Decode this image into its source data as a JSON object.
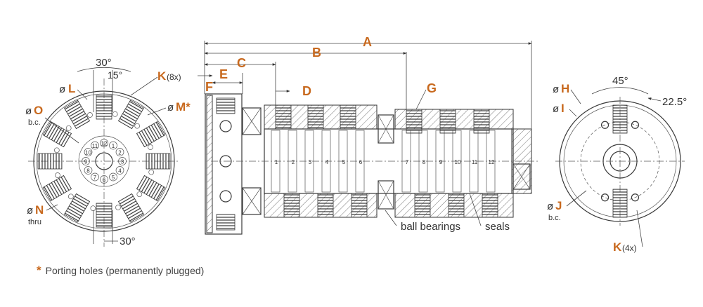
{
  "labels": {
    "A": "A",
    "B": "B",
    "C": "C",
    "D": "D",
    "E": "E",
    "F": "F",
    "G": "G",
    "H": "H",
    "I": "I",
    "J": "J",
    "K": "K",
    "L": "L",
    "M": "M*",
    "N": "N",
    "O": "O"
  },
  "suffix": {
    "K_left": "(8x)",
    "K_right": "(4x)",
    "O_sub": "b.c.",
    "N_sub": "thru",
    "J_sub": "b.c."
  },
  "dia": "ø",
  "angles": {
    "left_top": "30°",
    "left_top_inner": "15°",
    "left_bottom": "30°",
    "right_top": "45°",
    "right_side": "22.5°"
  },
  "callouts": {
    "ball_bearings": "ball bearings",
    "seals": "seals"
  },
  "passages": [
    "1",
    "2",
    "3",
    "4",
    "5",
    "6",
    "7",
    "8",
    "9",
    "10",
    "11",
    "12"
  ],
  "port_numbers_face": [
    "1",
    "2",
    "3",
    "4",
    "5",
    "6",
    "7",
    "8",
    "9",
    "10",
    "11",
    "12"
  ],
  "footnote": {
    "star": "*",
    "text": "Porting holes (permanently plugged)"
  },
  "colors": {
    "accent": "#c8691e",
    "line": "#3a3a3a"
  }
}
